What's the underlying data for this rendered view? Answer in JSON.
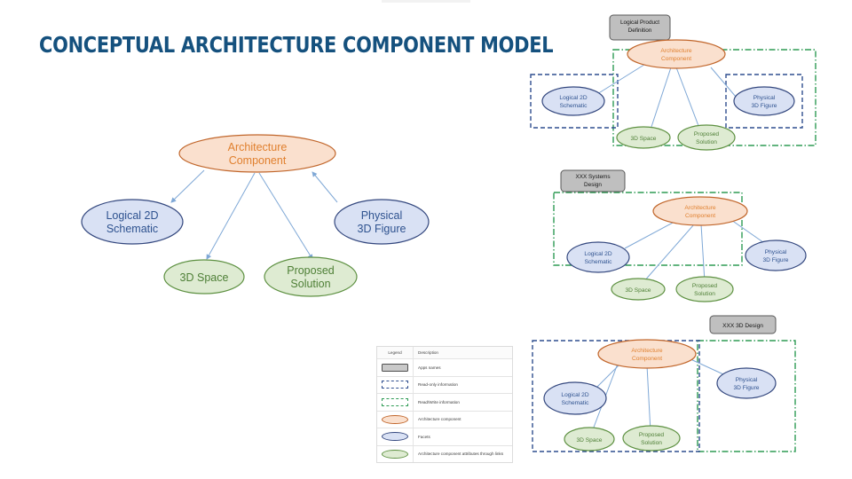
{
  "slide": {
    "title": "CONCEPTUAL ARCHITECTURE COMPONENT MODEL",
    "background": "#ffffff",
    "title_color": "#15517E"
  },
  "nodes": {
    "architecture_component": "Architecture\nComponent",
    "architecture_component_l1": "Architecture",
    "architecture_component_l2": "Component",
    "logical_2d_l1": "Logical 2D",
    "logical_2d_l2": "Schematic",
    "physical_3d_l1": "Physical",
    "physical_3d_l2": "3D Figure",
    "three_d_space": "3D Space",
    "proposed_solution_l1": "Proposed",
    "proposed_solution_l2": "Solution"
  },
  "colors": {
    "orange_fill": "#FAE0CE",
    "orange_stroke": "#C1662B",
    "orange_text": "#E0802F",
    "blue_fill": "#D9E1F4",
    "blue_stroke": "#33477E",
    "blue_text": "#2E528F",
    "green_fill": "#DEEBD2",
    "green_stroke": "#5E9142",
    "green_text": "#4E7F36",
    "link": "#7FA8D6",
    "group_blue": "#2F4E8F",
    "group_green": "#2E9B54",
    "tag_fill": "#BFBFBF",
    "tag_stroke": "#585858"
  },
  "main_diagram": {
    "name": "conceptual-architecture-component-model",
    "center": "Architecture Component",
    "facets": [
      "Logical 2D Schematic",
      "Physical 3D Figure"
    ],
    "attributes": [
      "3D Space",
      "Proposed Solution"
    ]
  },
  "variants": [
    {
      "id": "logical-product-definition",
      "tag": "Logical Product\nDefinition",
      "tag_line1": "Logical Product",
      "tag_line2": "Definition",
      "groups": [
        {
          "type": "read-write",
          "contains": [
            "Architecture Component",
            "3D Space",
            "Proposed Solution"
          ]
        },
        {
          "type": "read-only",
          "contains": [
            "Logical 2D Schematic"
          ]
        },
        {
          "type": "read-only",
          "contains": [
            "Physical 3D Figure"
          ]
        }
      ]
    },
    {
      "id": "xxx-systems-design",
      "tag": "XXX Systems\nDesign",
      "tag_line1": "XXX Systems",
      "tag_line2": "Design",
      "groups": [
        {
          "type": "read-write",
          "contains": [
            "Architecture Component",
            "Logical 2D Schematic"
          ]
        }
      ]
    },
    {
      "id": "xxx-3d-design",
      "tag": "XXX 3D Design",
      "tag_line1": "XXX 3D Design",
      "tag_line2": "",
      "groups": [
        {
          "type": "read-only",
          "contains": [
            "Architecture Component",
            "Logical 2D Schematic",
            "3D Space",
            "Proposed Solution"
          ]
        },
        {
          "type": "read-write",
          "contains": [
            "Physical 3D Figure"
          ]
        }
      ]
    }
  ],
  "legend": {
    "header": {
      "col1": "Legend",
      "col2": "Description"
    },
    "rows": [
      {
        "swatch": "gray-rounded-rect",
        "description": "Apps names"
      },
      {
        "swatch": "blue-dashed-rect",
        "description": "Read-only information"
      },
      {
        "swatch": "green-dashdot-rect",
        "description": "Read/Write information"
      },
      {
        "swatch": "orange-ellipse",
        "description": "Architecture component"
      },
      {
        "swatch": "blue-ellipse",
        "description": "Facets"
      },
      {
        "swatch": "green-ellipse",
        "description": "Architecture component attributes through links"
      }
    ]
  }
}
